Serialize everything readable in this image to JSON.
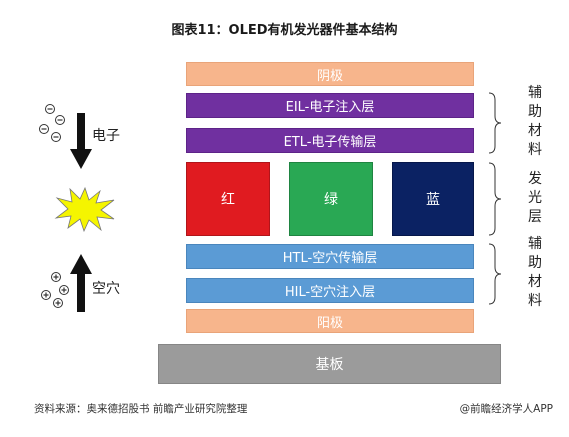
{
  "title": "图表11：OLED有机发光器件基本结构",
  "layers": {
    "cathode": "阴极",
    "eil": "EIL-电子注入层",
    "etl": "ETL-电子传输层",
    "emit_red": "红",
    "emit_green": "绿",
    "emit_blue": "蓝",
    "htl": "HTL-空穴传输层",
    "hil": "HIL-空穴注入层",
    "anode": "阳极",
    "substrate": "基板"
  },
  "side_labels": {
    "top": "辅助材料",
    "middle": "发光层",
    "bottom": "辅助材料"
  },
  "left": {
    "electron_label": "电子",
    "hole_label": "空穴"
  },
  "footer": {
    "source": "资料来源：奥来德招股书 前瞻产业研究院整理",
    "brand": "@前瞻经济学人APP"
  },
  "colors": {
    "electrode": "#f7b58c",
    "electron_layers": "#7030a0",
    "red": "#e01b20",
    "green": "#29a854",
    "blue": "#0b2263",
    "hole_layers": "#5b9bd5",
    "substrate": "#9b9b9b"
  }
}
